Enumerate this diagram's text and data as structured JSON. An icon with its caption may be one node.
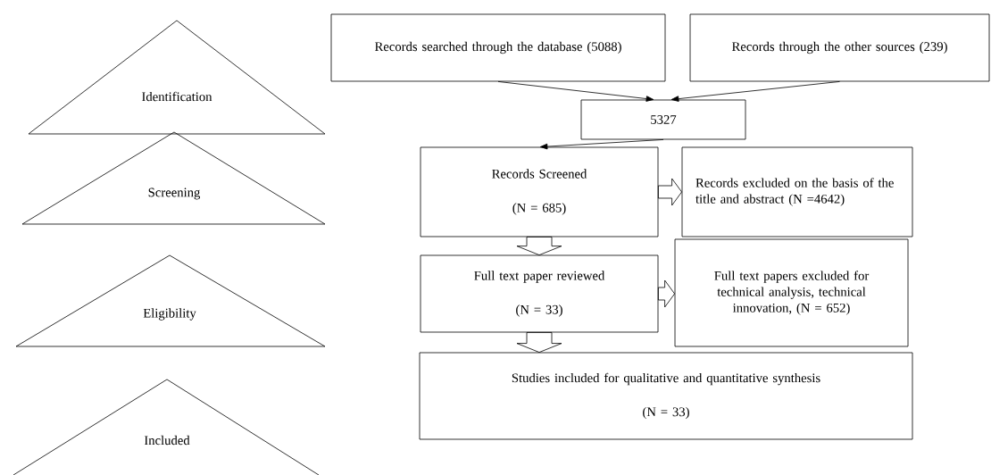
{
  "diagram": {
    "nodes": [
      {
        "text": [
          "Identification"
        ]
      },
      {
        "text": [
          "Screening"
        ]
      },
      {
        "text": [
          "Eligibility"
        ]
      },
      {
        "text": [
          "Included"
        ]
      },
      {
        "text": [
          "Records searched through the database (5088)"
        ]
      },
      {
        "text": [
          "Records through the other sources (239)"
        ]
      },
      {
        "text": [
          "5327"
        ]
      },
      {
        "text": [
          "Records Screened",
          "(N = 685)"
        ]
      },
      {
        "text": [
          "Records excluded on the basis of the title and abstract (N =4642)"
        ]
      },
      {
        "text": [
          "Full text paper reviewed",
          "(N = 33)"
        ]
      },
      {
        "text": [
          "Full text papers excluded for technical analysis, technical innovation, (N = 652)"
        ]
      },
      {
        "text": [
          "Studies included for qualitative and quantitative synthesis",
          "(N = 33)"
        ]
      }
    ],
    "edges": [
      {
        "from": 4,
        "to": 6,
        "arrow": "to"
      },
      {
        "from": 5,
        "to": 6,
        "arrow": "to"
      },
      {
        "from": 6,
        "to": 7,
        "arrow": "to"
      },
      {
        "from": 7,
        "to": 8,
        "arrow": "to"
      },
      {
        "from": 7,
        "to": 9,
        "arrow": "to"
      },
      {
        "from": 9,
        "to": 10,
        "arrow": "to"
      },
      {
        "from": 9,
        "to": 11,
        "arrow": "to"
      }
    ]
  }
}
